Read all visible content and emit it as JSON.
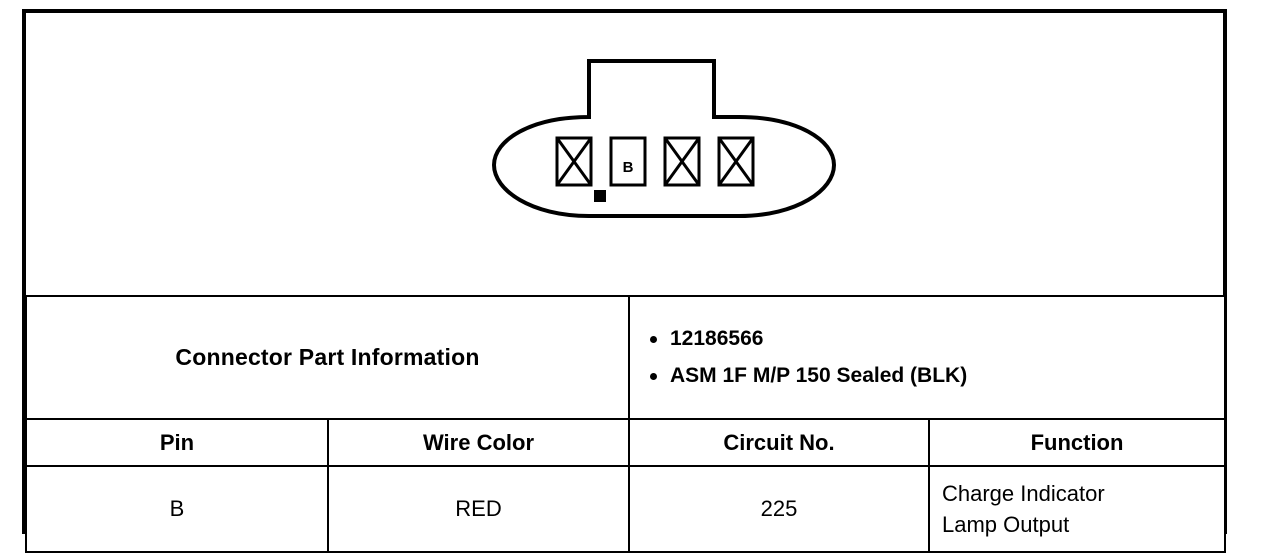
{
  "diagram": {
    "name": "connector-end-view",
    "tab": {
      "label": ""
    },
    "cavities": [
      {
        "id": "cav-1",
        "label": "",
        "marked": true
      },
      {
        "id": "cav-2",
        "label": "B",
        "marked": false
      },
      {
        "id": "cav-3",
        "label": "",
        "marked": true
      },
      {
        "id": "cav-4",
        "label": "",
        "marked": true
      }
    ],
    "keyway_marker": "black-square"
  },
  "table": {
    "connector_part_information": {
      "label": "Connector Part Information",
      "parts": [
        "12186566",
        "ASM 1F M/P 150 Sealed (BLK)"
      ]
    },
    "columns": [
      "Pin",
      "Wire Color",
      "Circuit No.",
      "Function"
    ],
    "rows": [
      {
        "pin": "B",
        "wire_color": "RED",
        "circuit_no": "225",
        "function_line1": "Charge Indicator",
        "function_line2": "Lamp Output"
      }
    ]
  },
  "colors": {
    "ink": "#000000",
    "paper": "#ffffff"
  }
}
